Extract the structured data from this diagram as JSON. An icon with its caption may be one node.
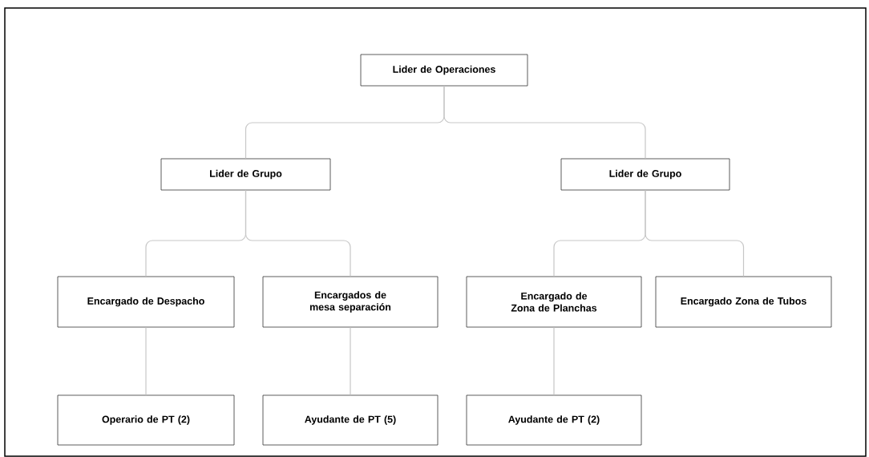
{
  "diagram": {
    "nodes": [
      {
        "text": [
          "Lider de Operaciones"
        ]
      },
      {
        "text": [
          "Lider de Grupo"
        ]
      },
      {
        "text": [
          "Lider de Grupo"
        ]
      },
      {
        "text": [
          "Encargado de Despacho"
        ]
      },
      {
        "text": [
          "Encargados de mesa separación"
        ]
      },
      {
        "text": [
          "Encargado de Zona de Planchas"
        ]
      },
      {
        "text": [
          "Encargado Zona de Tubos"
        ]
      },
      {
        "text": [
          "Operario de PT (2)"
        ]
      },
      {
        "text": [
          "Ayudante de PT (5)"
        ]
      },
      {
        "text": [
          "Ayudante de PT (2)"
        ]
      }
    ],
    "edges": [
      {
        "from": 0,
        "to": 1,
        "arrow": "none"
      },
      {
        "from": 0,
        "to": 2,
        "arrow": "none"
      },
      {
        "from": 1,
        "to": 3,
        "arrow": "none"
      },
      {
        "from": 1,
        "to": 4,
        "arrow": "none"
      },
      {
        "from": 2,
        "to": 5,
        "arrow": "none"
      },
      {
        "from": 2,
        "to": 6,
        "arrow": "none"
      },
      {
        "from": 3,
        "to": 7,
        "arrow": "none"
      },
      {
        "from": 4,
        "to": 8,
        "arrow": "none"
      },
      {
        "from": 5,
        "to": 9,
        "arrow": "none"
      }
    ]
  }
}
